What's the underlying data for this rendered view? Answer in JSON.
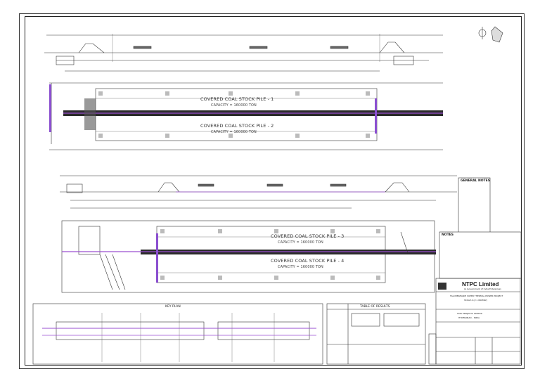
{
  "company": {
    "name": "NTPC Limited",
    "tagline": "(A Government of India Enterprise)",
    "project_line1": "TALCHER/BARH SUPER THERMAL POWER PROJECT",
    "project_line2": "STAGE-II (2 x 800MW)",
    "contractor": "TATA PROJECTS LIMITED",
    "contractor_city": "HYDERABAD - INDIA"
  },
  "sections": {
    "stockpile_1a": "COVERED COAL STOCK PILE - 1",
    "stockpile_1b": "COVERED COAL STOCK PILE - 2",
    "stockpile_2a": "COVERED COAL STOCK PILE - 3",
    "stockpile_2b": "COVERED COAL STOCK PILE - 4",
    "capacity": "CAPACITY = 160000 TON",
    "key_plan": "KEY PLAN",
    "table_heading": "TABLE OF RESULTS"
  },
  "notes": {
    "heading": "NOTES",
    "general_heading": "GENERAL NOTES"
  },
  "icons": {
    "north": "north-arrow-icon",
    "compass": "compass-icon"
  }
}
